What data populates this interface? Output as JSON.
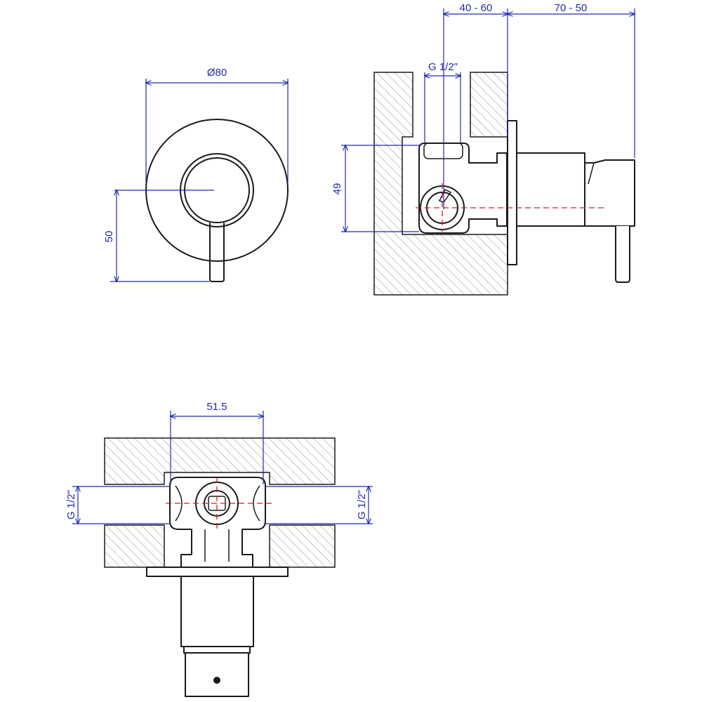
{
  "colors": {
    "outline": "#1a1a1a",
    "dimension": "#1f2bb0",
    "centerline": "#e01b1b"
  },
  "front_view": {
    "diameter_label": "Ø80",
    "height_label": "50"
  },
  "side_view": {
    "depth_range_label": "40 - 60",
    "projection_label": "70 - 50",
    "thread_label": "G 1/2\"",
    "height_label": "49"
  },
  "plan_view": {
    "width_label": "51.5",
    "left_thread_label": "G 1/2\"",
    "right_thread_label": "G 1/2\""
  }
}
